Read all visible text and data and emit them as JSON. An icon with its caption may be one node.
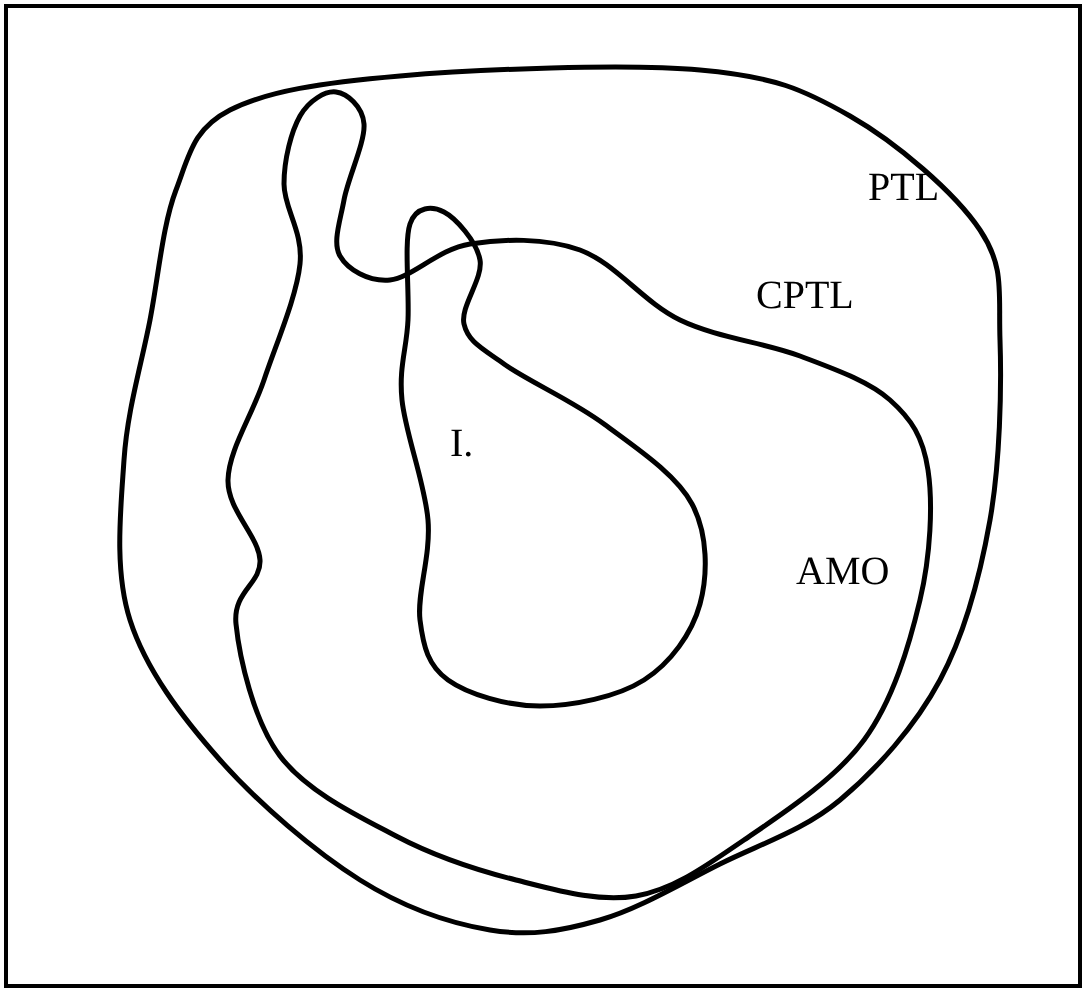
{
  "diagram": {
    "nodes": [
      {
        "text": [
          "PTL"
        ]
      },
      {
        "text": [
          "CPTL"
        ],
        "in": 0
      },
      {
        "text": [
          "I."
        ],
        "in": 1
      }
    ],
    "labels": [
      "AMO"
    ]
  }
}
